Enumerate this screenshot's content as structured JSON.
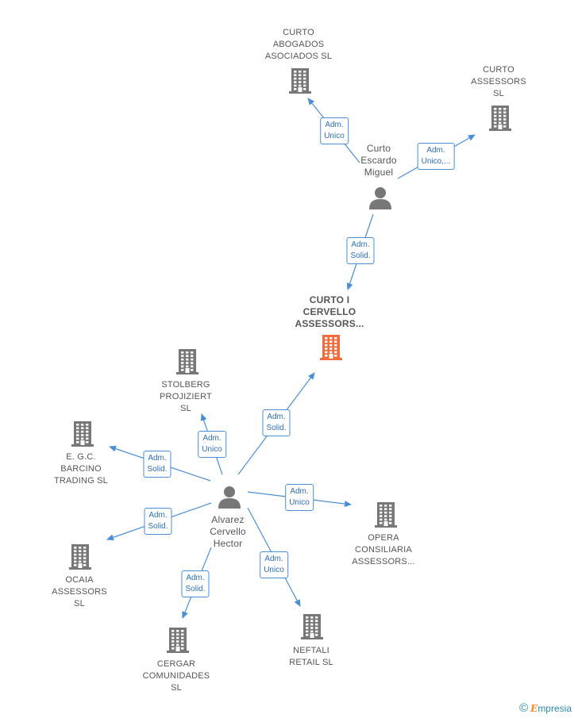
{
  "colors": {
    "edge": "#4a8fd6",
    "building": "#777777",
    "building_main": "#f26b3a",
    "person": "#777777"
  },
  "nodes": [
    {
      "id": "curto_abogados",
      "type": "company",
      "label": "CURTO\nABOGADOS\nASOCIADOS SL"
    },
    {
      "id": "curto_assessors_sl",
      "type": "company",
      "label": "CURTO\nASSESSORS\nSL"
    },
    {
      "id": "curto_escardo",
      "type": "person",
      "label": "Curto\nEscardo\nMiguel"
    },
    {
      "id": "curto_cervello",
      "type": "company",
      "main": true,
      "label": "CURTO I\nCERVELLO\nASSESSORS..."
    },
    {
      "id": "stolberg",
      "type": "company",
      "label": "STOLBERG\nPROJIZIERT\nSL"
    },
    {
      "id": "egc_barcino",
      "type": "company",
      "label": "E. G.C.\nBARCINO\nTRADING  SL"
    },
    {
      "id": "alvarez",
      "type": "person",
      "label": "Alvarez\nCervello\nHector"
    },
    {
      "id": "opera",
      "type": "company",
      "label": "OPERA\nCONSILIARIA\nASSESSORS..."
    },
    {
      "id": "ocaia",
      "type": "company",
      "label": "OCAIA\nASSESSORS\nSL"
    },
    {
      "id": "cergar",
      "type": "company",
      "label": "CERGAR\nCOMUNIDADES\nSL"
    },
    {
      "id": "neftali",
      "type": "company",
      "label": "NEFTALI\nRETAIL  SL"
    }
  ],
  "edges": [
    {
      "from": "curto_escardo",
      "to": "curto_abogados",
      "label": "Adm.\nUnico"
    },
    {
      "from": "curto_escardo",
      "to": "curto_assessors_sl",
      "label": "Adm.\nUnico,..."
    },
    {
      "from": "curto_escardo",
      "to": "curto_cervello",
      "label": "Adm.\nSolid."
    },
    {
      "from": "alvarez",
      "to": "curto_cervello",
      "label": "Adm.\nSolid."
    },
    {
      "from": "alvarez",
      "to": "stolberg",
      "label": "Adm.\nUnico"
    },
    {
      "from": "alvarez",
      "to": "egc_barcino",
      "label": "Adm.\nSolid."
    },
    {
      "from": "alvarez",
      "to": "opera",
      "label": "Adm.\nUnico"
    },
    {
      "from": "alvarez",
      "to": "ocaia",
      "label": "Adm.\nSolid."
    },
    {
      "from": "alvarez",
      "to": "cergar",
      "label": "Adm.\nSolid."
    },
    {
      "from": "alvarez",
      "to": "neftali",
      "label": "Adm.\nUnico"
    }
  ],
  "footer": {
    "copyright": "©",
    "brand_initial": "E",
    "brand_rest": "mpresia"
  }
}
